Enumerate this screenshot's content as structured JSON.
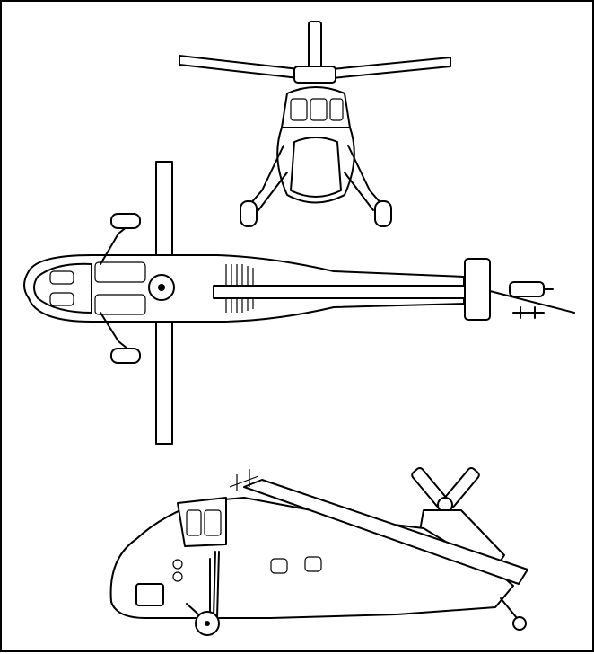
{
  "drawing": {
    "views": [
      {
        "name": "front-view"
      },
      {
        "name": "top-view"
      },
      {
        "name": "side-view"
      }
    ]
  },
  "colors": {
    "ink": "#000000",
    "paper": "#ffffff"
  }
}
